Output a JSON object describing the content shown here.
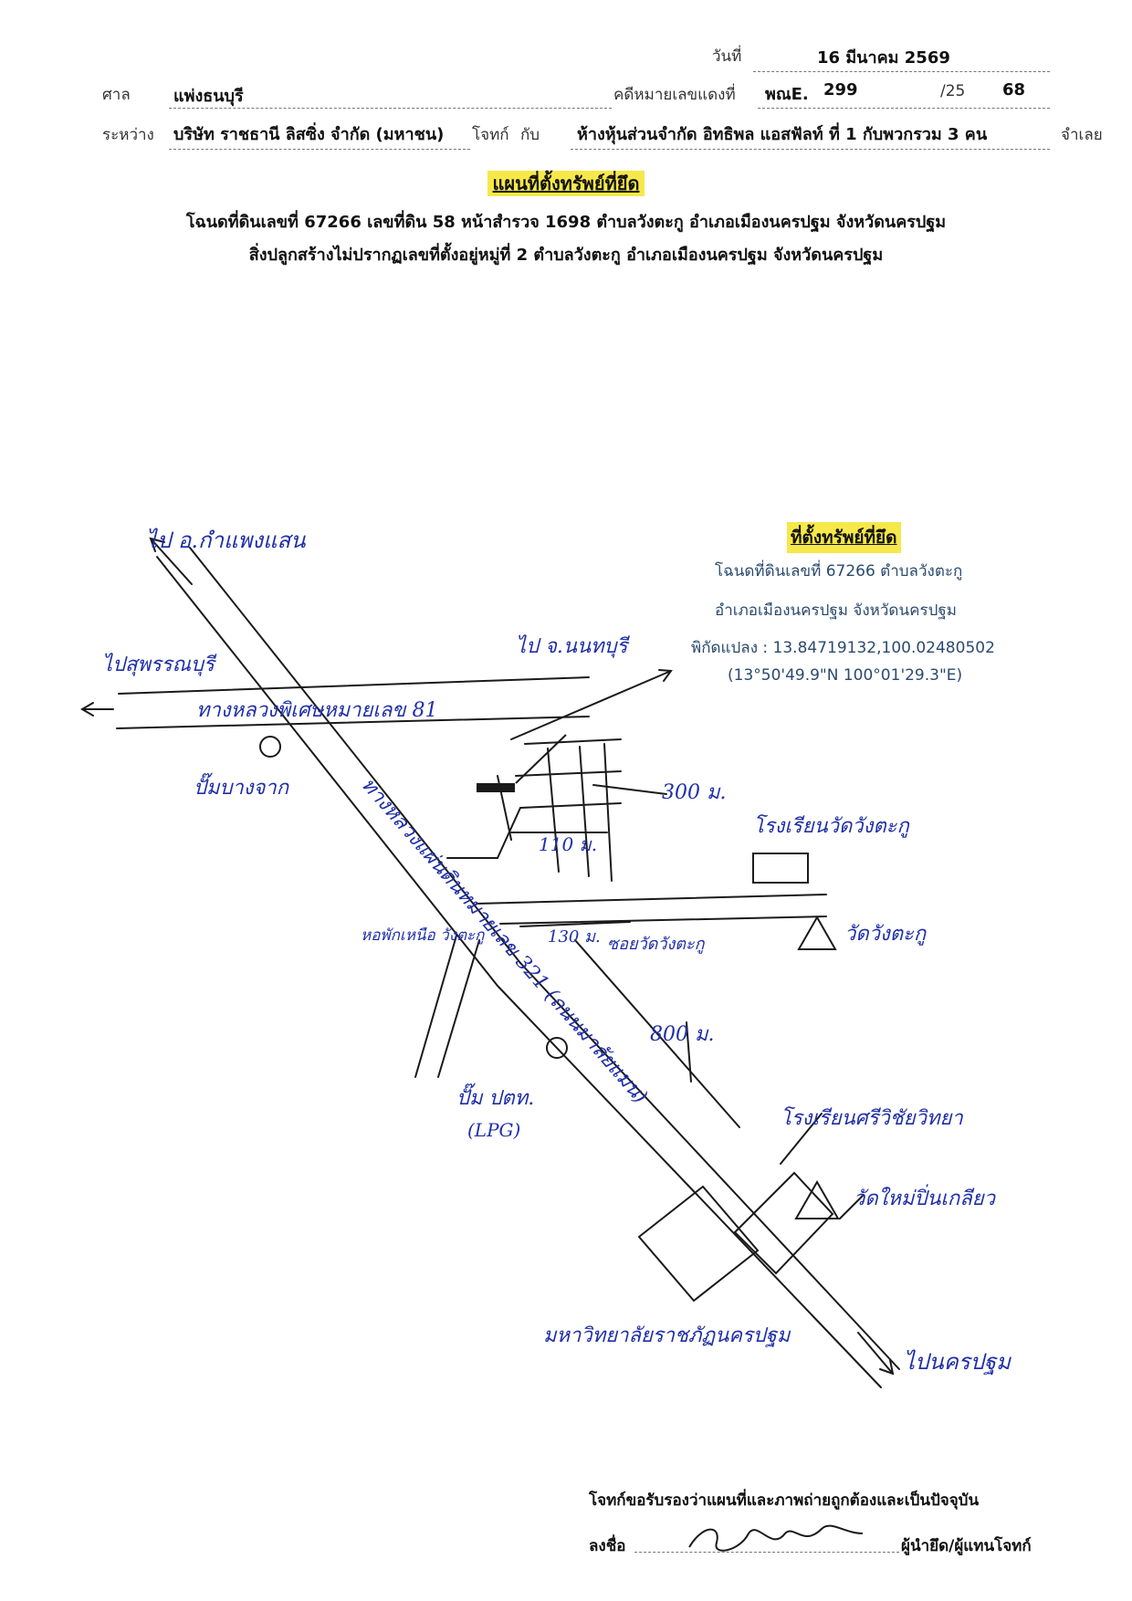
{
  "header": {
    "date_label": "วันที่",
    "date_value": "16  มีนาคม  2569",
    "court_label": "ศาล",
    "court_value": "แพ่งธนบุรี",
    "case_label": "คดีหมายเลขแดงที่",
    "case_prefix": "พณE.",
    "case_number": "299",
    "case_year_prefix": "/25",
    "case_year": "68",
    "between_label": "ระหว่าง",
    "plaintiff": "บริษัท ราชธานี ลิสซิ่ง จำกัด (มหาชน)",
    "plaintiff_label": "โจทก์",
    "with_label": "กับ",
    "defendant": "ห้างหุ้นส่วนจำกัด อิทธิพล แอสฟัลท์   ที่ 1 กับพวกรวม 3 คน",
    "defendant_label": "จำเลย"
  },
  "title": "แผนที่ตั้งทรัพย์ที่ยึด",
  "description": [
    "โฉนดที่ดินเลขที่ 67266 เลขที่ดิน 58 หน้าสำรวจ 1698 ตำบลวังตะกู อำเภอเมืองนครปฐม จังหวัดนครปฐม",
    "สิ่งปลูกสร้างไม่ปรากฏเลขที่ตั้งอยู่หมู่ที่ 2 ตำบลวังตะกู อำเภอเมืองนครปฐม จังหวัดนครปฐม"
  ],
  "location_box": {
    "title": "ที่ตั้งทรัพย์ที่ยึด",
    "line1": "โฉนดที่ดินเลขที่ 67266 ตำบลวังตะกู",
    "line2": "อำเภอเมืองนครปฐม จังหวัดนครปฐม",
    "line3": "พิกัดแปลง : 13.84719132,100.02480502",
    "line4": "(13°50'49.9\"N 100°01'29.3\"E)"
  },
  "map_labels": {
    "to_kamphaeng_saen": "ไป อ.กำแพงแสน",
    "to_suphan": "ไปสุพรรณบุรี",
    "to_nonthaburi": "ไป จ.นนทบุรี",
    "highway_81": "ทางหลวงพิเศษหมายเลข 81",
    "bang_chak": "ปั๊มบางจาก",
    "dist_300": "300 ม.",
    "dist_110": "110 ม.",
    "dist_130": "130 ม.",
    "dist_800": "800 ม.",
    "school_wangtaku": "โรงเรียนวัดวังตะกู",
    "wat_wangtaku": "วัดวังตะกู",
    "soi_wangtaku": "ซอยวัดวังตะกู",
    "hospital": "หอพักเหนือ วังตะกู",
    "highway_321": "ทางหลวงแผ่นดินหมายเลข 321 (ถนนมาลัยแมน)",
    "ptt": "ปั๊ม ปตท.",
    "lpg": "(LPG)",
    "school_sri": "โรงเรียนศรีวิชัยวิทยา",
    "wat_mai": "วัดใหม่ปิ่นเกลียว",
    "university": "มหาวิทยาลัยราชภัฏนครปฐม",
    "to_nakhon_pathom": "ไปนครปฐม"
  },
  "footer": {
    "certify": "โจทก์ขอรับรองว่าแผนที่และภาพถ่ายถูกต้องและเป็นปัจจุบัน",
    "sign_label": "ลงชื่อ",
    "sign_role": "ผู้นำยึด/ผู้แทนโจทก์"
  }
}
